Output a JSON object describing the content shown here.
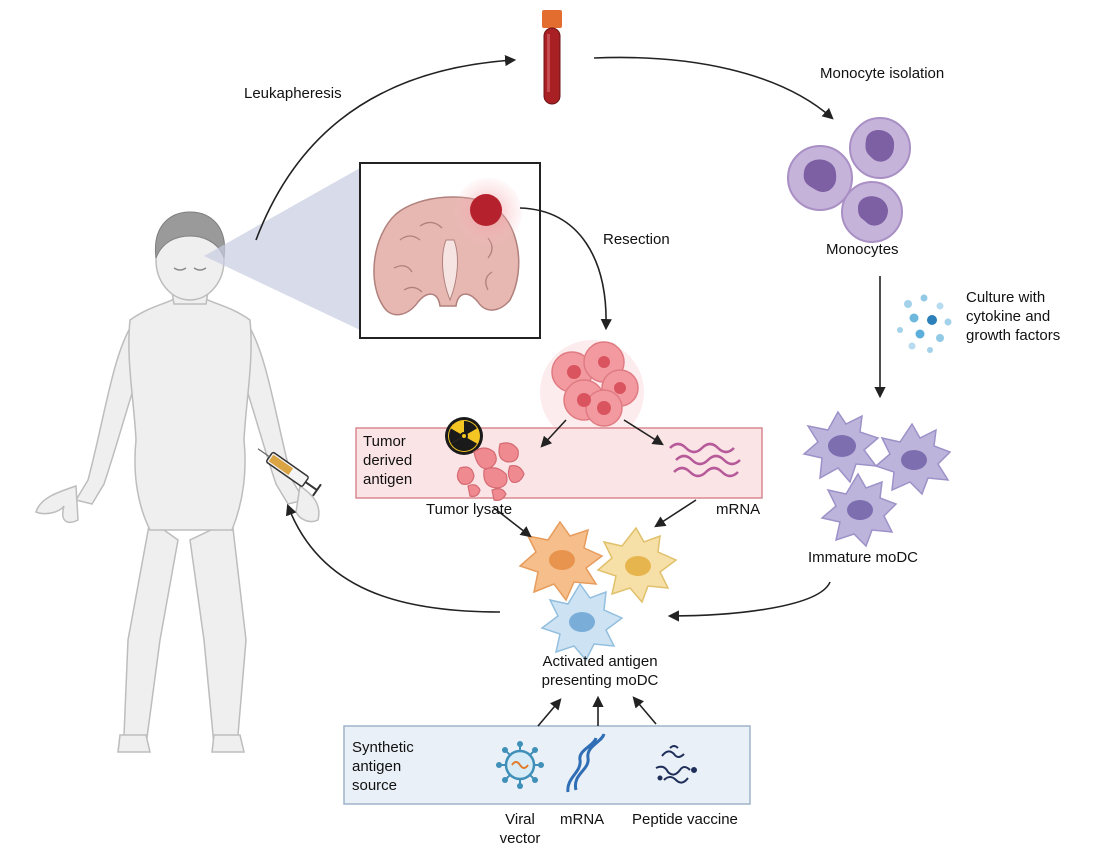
{
  "labels": {
    "leukapheresis": "Leukapheresis",
    "monocyte_isolation": "Monocyte isolation",
    "resection": "Resection",
    "monocytes": "Monocytes",
    "culture_line1": "Culture with",
    "culture_line2": "cytokine and",
    "culture_line3": "growth factors",
    "immature_modc": "Immature moDC",
    "activated_line1": "Activated antigen",
    "activated_line2": "presenting moDC",
    "tumor_line1": "Tumor",
    "tumor_line2": "derived",
    "tumor_line3": "antigen",
    "tumor_lysate": "Tumor lysate",
    "mrna_top": "mRNA",
    "synthetic_line1": "Synthetic",
    "synthetic_line2": "antigen",
    "synthetic_line3": "source",
    "viral_line1": "Viral",
    "viral_line2": "vector",
    "mrna_bottom": "mRNA",
    "peptide_vaccine": "Peptide vaccine"
  },
  "icons": {
    "blood_tube": "blood-tube-icon",
    "brain": "brain-tumor-icon",
    "radiation": "radiation-icon",
    "syringe": "syringe-icon"
  },
  "colors": {
    "monocyte": "#a98fc4",
    "monocyte_nucleus": "#7d5fa3",
    "immature_dc": "#b7b0d8",
    "tumor": "#e9777d",
    "tumor_box_fill": "#fbe4e6",
    "tumor_box_border": "#d98a91",
    "synthetic_box_fill": "#eaf0f7",
    "synthetic_box_border": "#9fb4c8",
    "mrna_pink": "#b65a9a",
    "mrna_blue": "#2f6db5",
    "virus": "#3f8fb8",
    "blood": "#9e1f22",
    "cytokine_dots": "#4aa6d6",
    "dc_orange": "#f2b27a",
    "dc_yellow": "#f3d79a",
    "dc_blue": "#b9d8ee"
  }
}
